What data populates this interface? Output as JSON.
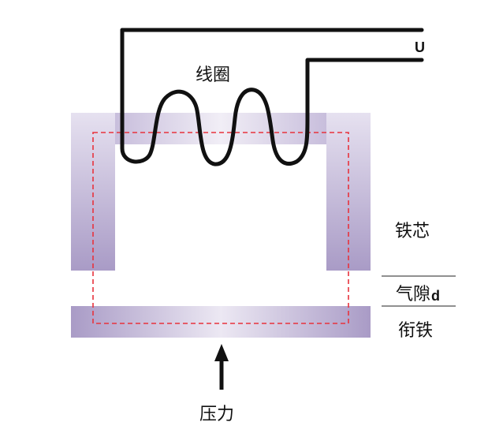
{
  "labels": {
    "coil": "线圈",
    "voltage": "U",
    "core": "铁芯",
    "air_gap": "气隙",
    "air_gap_symbol": "d",
    "armature": "衔铁",
    "pressure": "压力"
  },
  "colors": {
    "core_edge": "#a99bc6",
    "core_mid": "#ece8f3",
    "wire": "#111111",
    "flux_path": "#e8323c",
    "arrow": "#111111",
    "gap_lines": "#222222"
  },
  "icons": {
    "pressure_arrow": "arrow-up-icon"
  }
}
